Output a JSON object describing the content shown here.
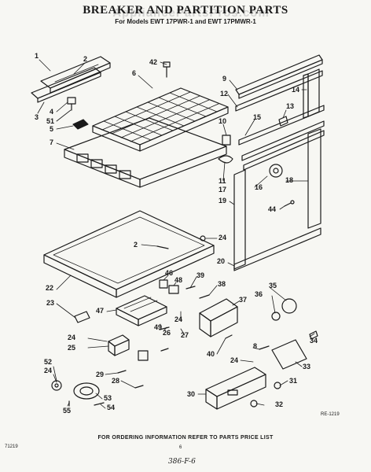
{
  "header": {
    "title": "BREAKER AND PARTITION PARTS",
    "subtitle": "For Models EWT 17PWR-1 and EWT 17PMWR-1",
    "watermark": "AppliancePartsPros.com"
  },
  "footer": {
    "ordering_note": "FOR ORDERING INFORMATION REFER TO PARTS PRICE LIST",
    "page_number": "6",
    "code_left": "71219",
    "code_right": "RE-1219",
    "handwritten_note": "386-F-6"
  },
  "callouts": [
    {
      "id": "c1",
      "label": "1"
    },
    {
      "id": "c2a",
      "label": "2"
    },
    {
      "id": "c3",
      "label": "3"
    },
    {
      "id": "c4",
      "label": "4"
    },
    {
      "id": "c51",
      "label": "51"
    },
    {
      "id": "c5",
      "label": "5"
    },
    {
      "id": "c6",
      "label": "6"
    },
    {
      "id": "c7",
      "label": "7"
    },
    {
      "id": "c42",
      "label": "42"
    },
    {
      "id": "c9",
      "label": "9"
    },
    {
      "id": "c12",
      "label": "12"
    },
    {
      "id": "c14",
      "label": "14"
    },
    {
      "id": "c13",
      "label": "13"
    },
    {
      "id": "c10",
      "label": "10"
    },
    {
      "id": "c15",
      "label": "15"
    },
    {
      "id": "c11",
      "label": "11"
    },
    {
      "id": "c17",
      "label": "17"
    },
    {
      "id": "c16",
      "label": "16"
    },
    {
      "id": "c18",
      "label": "18"
    },
    {
      "id": "c19",
      "label": "19"
    },
    {
      "id": "c44",
      "label": "44"
    },
    {
      "id": "c2b",
      "label": "2"
    },
    {
      "id": "c24a",
      "label": "24"
    },
    {
      "id": "c20",
      "label": "20"
    },
    {
      "id": "c22",
      "label": "22"
    },
    {
      "id": "c46",
      "label": "46"
    },
    {
      "id": "c48",
      "label": "48"
    },
    {
      "id": "c39",
      "label": "39"
    },
    {
      "id": "c38",
      "label": "38"
    },
    {
      "id": "c35",
      "label": "35"
    },
    {
      "id": "c36",
      "label": "36"
    },
    {
      "id": "c37",
      "label": "37"
    },
    {
      "id": "c23",
      "label": "23"
    },
    {
      "id": "c47",
      "label": "47"
    },
    {
      "id": "c24b",
      "label": "24"
    },
    {
      "id": "c49",
      "label": "49"
    },
    {
      "id": "c24c",
      "label": "24"
    },
    {
      "id": "c26",
      "label": "26"
    },
    {
      "id": "c27",
      "label": "27"
    },
    {
      "id": "c25",
      "label": "25"
    },
    {
      "id": "c40",
      "label": "40"
    },
    {
      "id": "c34",
      "label": "34"
    },
    {
      "id": "c8",
      "label": "8"
    },
    {
      "id": "c24d",
      "label": "24"
    },
    {
      "id": "c33",
      "label": "33"
    },
    {
      "id": "c52",
      "label": "52"
    },
    {
      "id": "c24e",
      "label": "24"
    },
    {
      "id": "c29",
      "label": "29"
    },
    {
      "id": "c28",
      "label": "28"
    },
    {
      "id": "c31",
      "label": "31"
    },
    {
      "id": "c30",
      "label": "30"
    },
    {
      "id": "c53",
      "label": "53"
    },
    {
      "id": "c54",
      "label": "54"
    },
    {
      "id": "c55",
      "label": "55"
    },
    {
      "id": "c32",
      "label": "32"
    }
  ]
}
